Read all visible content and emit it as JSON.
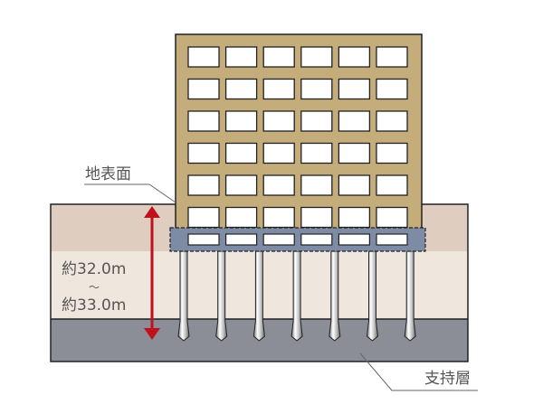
{
  "labels": {
    "ground_surface": "地表面",
    "depth_min": "約32.0m",
    "depth_separator": "～",
    "depth_max": "約33.0m",
    "bearing_layer": "支持層"
  },
  "structure": {
    "floors": 6,
    "window_columns": 6,
    "piles": 7
  },
  "colors": {
    "building": "#c4ad7b",
    "foundation": "#7d8ba5",
    "soil_upper": "#dfcdbf",
    "soil_middle": "#efe6de",
    "bearing_layer": "#8b8d97",
    "arrow": "#c0101d"
  }
}
